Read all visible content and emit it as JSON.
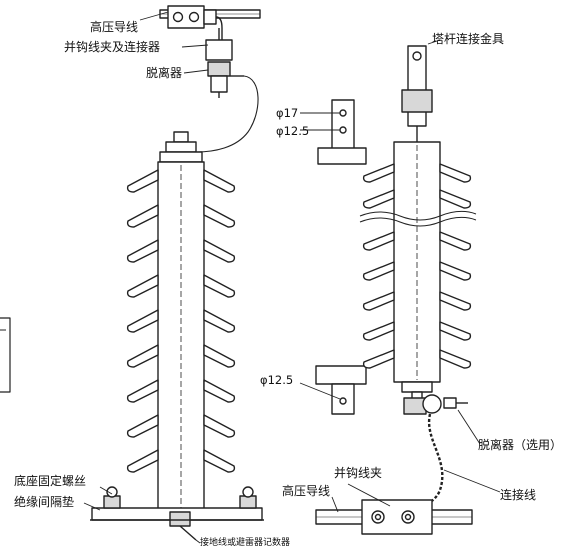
{
  "labels": {
    "hv_conductor_top": "高压导线",
    "parallel_groove_clamp_connector": "并钩线夹及连接器",
    "disconnector_left": "脱离器",
    "tower_connection_fitting": "塔杆连接金具",
    "dim_phi17": "φ17",
    "dim_phi12_5_top": "φ12.5",
    "dim_phi12_5_bottom": "φ12.5",
    "base_fixing_bolt": "底座固定螺丝",
    "insulating_spacer": "绝缘间隔垫",
    "ground_wire_or_counter": "接地线或避雷器记数器",
    "disconnector_optional": "脱离器（选用）",
    "connecting_wire": "连接线",
    "parallel_groove_clamp": "并钩线夹",
    "hv_conductor_bottom": "高压导线"
  },
  "colors": {
    "line": "#222222",
    "fill_light": "#ffffff",
    "fill_gray": "#d8d8d8"
  }
}
